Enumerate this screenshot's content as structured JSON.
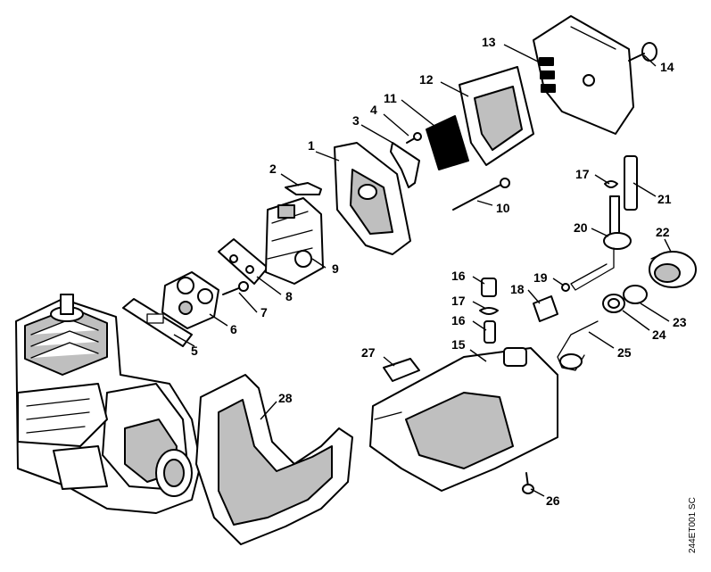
{
  "diagram": {
    "reference_code": "244ET001 SC",
    "callouts": {
      "c1": "1",
      "c2": "2",
      "c3": "3",
      "c4": "4",
      "c5": "5",
      "c6": "6",
      "c7": "7",
      "c8": "8",
      "c9": "9",
      "c10": "10",
      "c11": "11",
      "c12": "12",
      "c13": "13",
      "c14": "14",
      "c15": "15",
      "c16a": "16",
      "c16b": "16",
      "c17a": "17",
      "c17b": "17",
      "c18": "18",
      "c19": "19",
      "c20": "20",
      "c21": "21",
      "c22": "22",
      "c23": "23",
      "c24": "24",
      "c25": "25",
      "c26": "26",
      "c27": "27",
      "c28": "28"
    }
  }
}
